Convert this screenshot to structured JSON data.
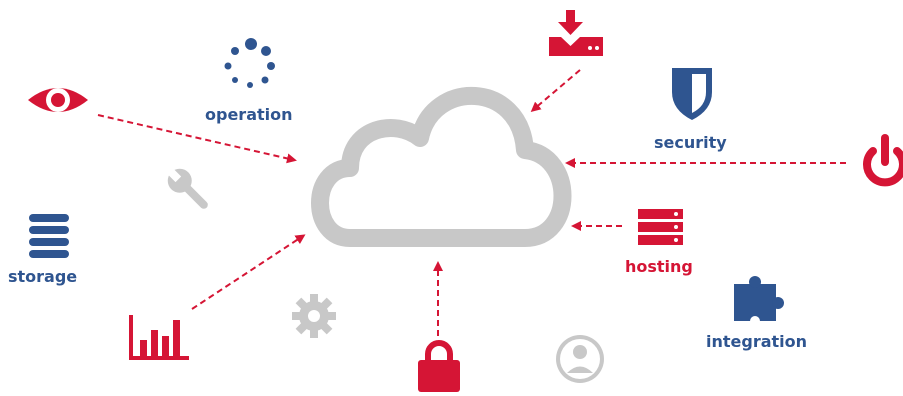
{
  "labels": {
    "operation": "operation",
    "security": "security",
    "storage": "storage",
    "hosting": "hosting",
    "integration": "integration"
  },
  "colors": {
    "red": "#d51535",
    "blue": "#2f5590",
    "gray": "#c8c8c8"
  },
  "icons": [
    "eye-icon",
    "loading-dots-icon",
    "download-icon",
    "shield-icon",
    "power-icon",
    "wrench-icon",
    "database-icon",
    "server-icon",
    "bar-chart-icon",
    "gear-icon",
    "lock-icon",
    "user-icon",
    "puzzle-icon",
    "cloud-icon"
  ]
}
